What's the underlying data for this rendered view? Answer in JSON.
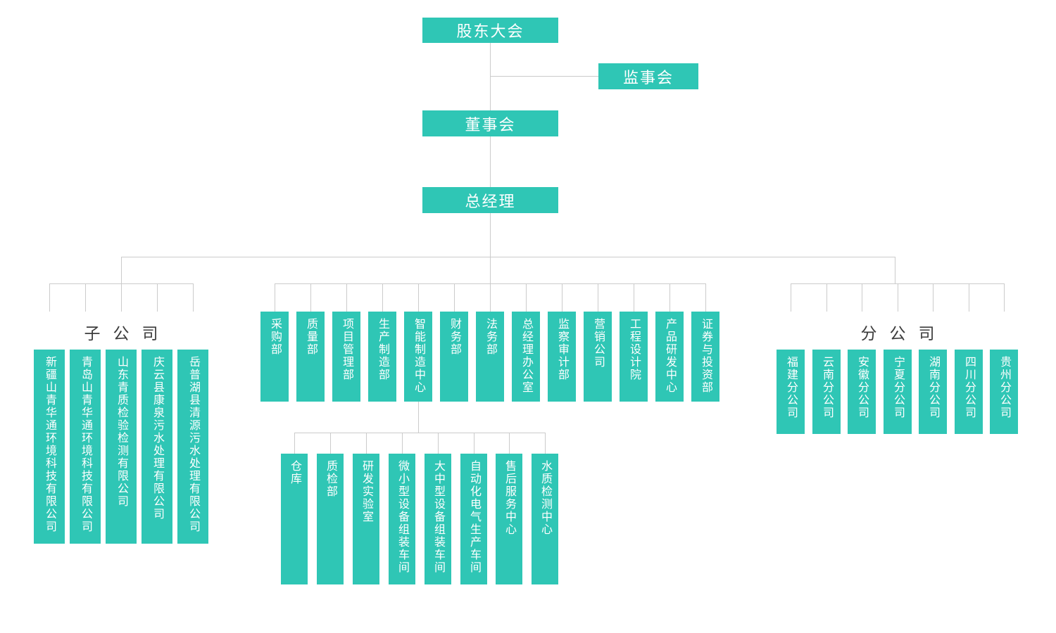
{
  "colors": {
    "box_fill": "#2fc6b5",
    "box_text": "#ffffff",
    "connector": "#cbcbcb",
    "section_label": "#3c3c3c",
    "background": "#ffffff"
  },
  "nodes": {
    "shareholders_meeting": "股东大会",
    "supervisory_board": "监事会",
    "board_of_directors": "董事会",
    "general_manager": "总经理"
  },
  "subsidiaries": {
    "section_label": "子公司",
    "items": [
      "新疆山青华通环境科技有限公司",
      "青岛山青华通环境科技有限公司",
      "山东青质检验检测有限公司",
      "庆云县康泉污水处理有限公司",
      "岳普湖县清源污水处理有限公司"
    ]
  },
  "departments": {
    "items": [
      "采购部",
      "质量部",
      "项目管理部",
      "生产制造部",
      "智能制造中心",
      "财务部",
      "法务部",
      "总经理办公室",
      "监察审计部",
      "营销公司",
      "工程设计院",
      "产品研发中心",
      "证券与投资部"
    ]
  },
  "intelligent_manufacturing_center": {
    "items": [
      "仓库",
      "质检部",
      "研发实验室",
      "微小型设备组装车间",
      "大中型设备组装车间",
      "自动化电气生产车间",
      "售后服务中心",
      "水质检测中心"
    ]
  },
  "branches": {
    "section_label": "分公司",
    "items": [
      "福建分公司",
      "云南分公司",
      "安徽分公司",
      "宁夏分公司",
      "湖南分公司",
      "四川分公司",
      "贵州分公司"
    ]
  }
}
